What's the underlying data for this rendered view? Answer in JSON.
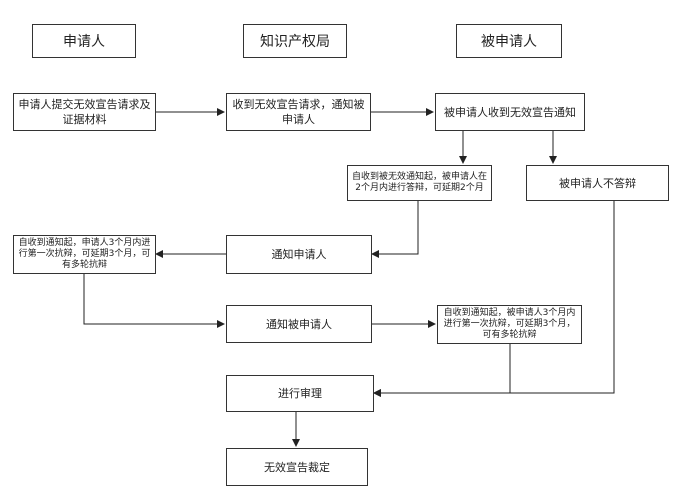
{
  "headers": {
    "applicant": "申请人",
    "ip_office": "知识产权局",
    "respondent": "被申请人"
  },
  "steps": {
    "submit_request": "申请人提交无效宣告请求及证据材料",
    "receive_and_notify": "收到无效宣告请求，通知被申请人",
    "respondent_notified": "被申请人收到无效宣告通知",
    "respondent_reply_note": "自收到被无效通知起，被申请人在2个月内进行答辩，可延期2个月",
    "respondent_no_reply": "被申请人不答辩",
    "notify_applicant": "通知申请人",
    "applicant_reply_note": "自收到通知起，申请人3个月内进行第一次抗辩，可延期3个月，可有多轮抗辩",
    "notify_respondent": "通知被申请人",
    "respondent_counter_note": "自收到通知起，被申请人3个月内进行第一次抗辩，可延期3个月，可有多轮抗辩",
    "conduct_review": "进行审理",
    "invalidation_decision": "无效宣告裁定"
  }
}
